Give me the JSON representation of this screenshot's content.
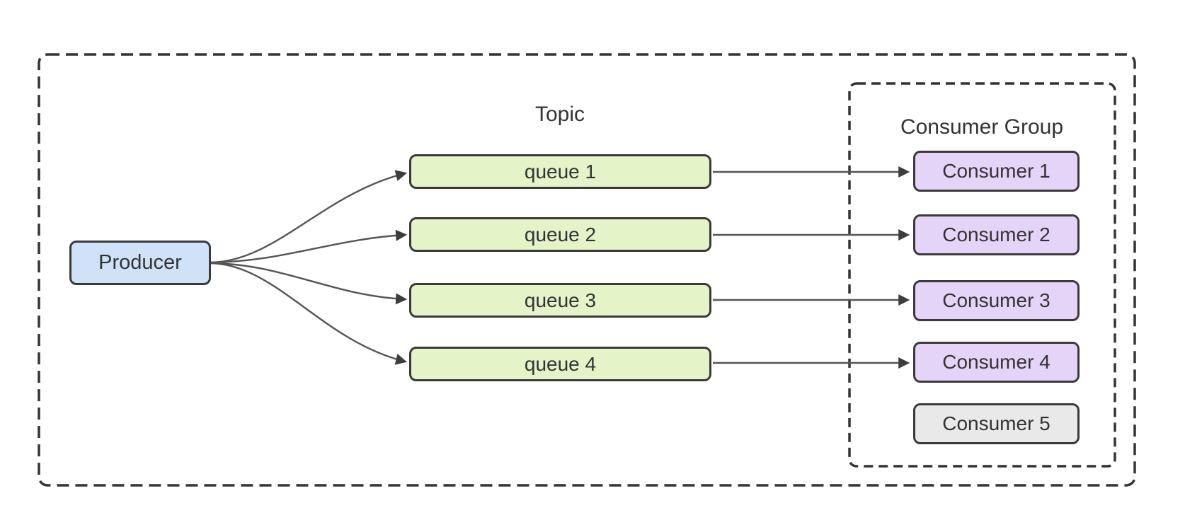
{
  "diagram": {
    "type": "message-queue-topology",
    "labels": {
      "topic": "Topic",
      "consumer_group": "Consumer Group"
    },
    "producer": {
      "label": "Producer",
      "fill": "#cfe2f7"
    },
    "queues": [
      {
        "label": "queue 1",
        "fill": "#e5f3c9"
      },
      {
        "label": "queue 2",
        "fill": "#e5f3c9"
      },
      {
        "label": "queue 3",
        "fill": "#e5f3c9"
      },
      {
        "label": "queue 4",
        "fill": "#e5f3c9"
      }
    ],
    "consumers": [
      {
        "label": "Consumer 1",
        "fill": "#e4d4f7"
      },
      {
        "label": "Consumer 2",
        "fill": "#e4d4f7"
      },
      {
        "label": "Consumer 3",
        "fill": "#e4d4f7"
      },
      {
        "label": "Consumer 4",
        "fill": "#e4d4f7"
      },
      {
        "label": "Consumer 5",
        "fill": "#e9e9e9"
      }
    ],
    "edges": [
      {
        "from": "Producer",
        "to": "queue 1"
      },
      {
        "from": "Producer",
        "to": "queue 2"
      },
      {
        "from": "Producer",
        "to": "queue 3"
      },
      {
        "from": "Producer",
        "to": "queue 4"
      },
      {
        "from": "queue 1",
        "to": "Consumer 1"
      },
      {
        "from": "queue 2",
        "to": "Consumer 2"
      },
      {
        "from": "queue 3",
        "to": "Consumer 3"
      },
      {
        "from": "queue 4",
        "to": "Consumer 4"
      }
    ],
    "colors": {
      "shape_border": "#3a3a3a",
      "dashed_boundary": "#333333",
      "arrow_line": "#555555",
      "arrow_head": "#3d3d3d",
      "text": "#333333",
      "background": "#ffffff"
    }
  }
}
